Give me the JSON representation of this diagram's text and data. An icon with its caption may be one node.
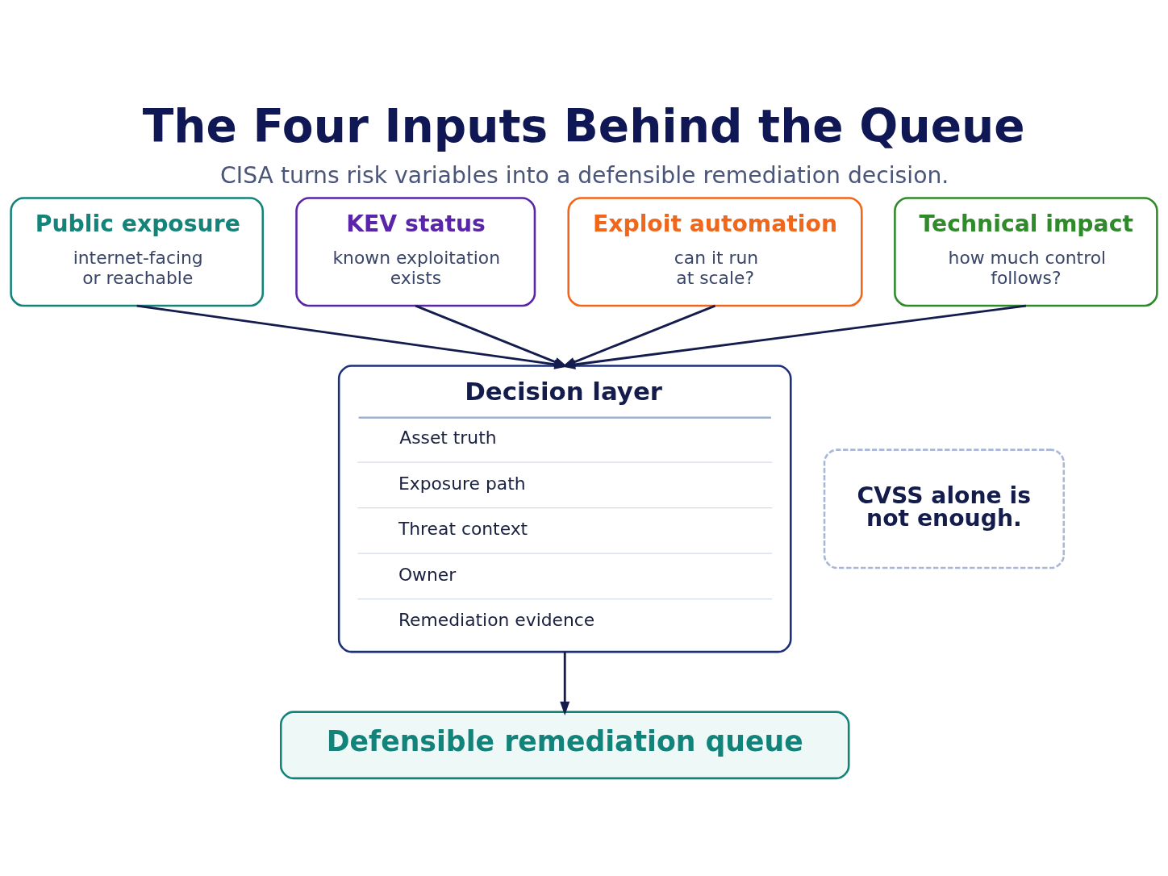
{
  "diagram": {
    "title": "The Four Inputs Behind the Queue",
    "caption": "CISA turns risk variables into a defensible remediation decision.",
    "nodes": [
      {
        "text": [
          "Public exposure",
          "internet-facing or reachable"
        ]
      },
      {
        "text": [
          "KEV status",
          "known exploitation exists"
        ]
      },
      {
        "text": [
          "Exploit automation",
          "can it run at scale?"
        ]
      },
      {
        "text": [
          "Technical impact",
          "how much control follows?"
        ]
      },
      {
        "text": [
          "Decision layer",
          "Asset truth",
          "Exposure path",
          "Threat context",
          "Owner",
          "Remediation evidence"
        ]
      },
      {
        "text": [
          "Defensible remediation queue"
        ]
      },
      {
        "text": [
          "CVSS alone is not enough."
        ]
      }
    ],
    "edges": [
      {
        "from": 0,
        "to": 4,
        "arrow": "to"
      },
      {
        "from": 1,
        "to": 4,
        "arrow": "to"
      },
      {
        "from": 2,
        "to": 4,
        "arrow": "to"
      },
      {
        "from": 3,
        "to": 4,
        "arrow": "to"
      },
      {
        "from": 4,
        "to": 5,
        "arrow": "to"
      }
    ]
  }
}
